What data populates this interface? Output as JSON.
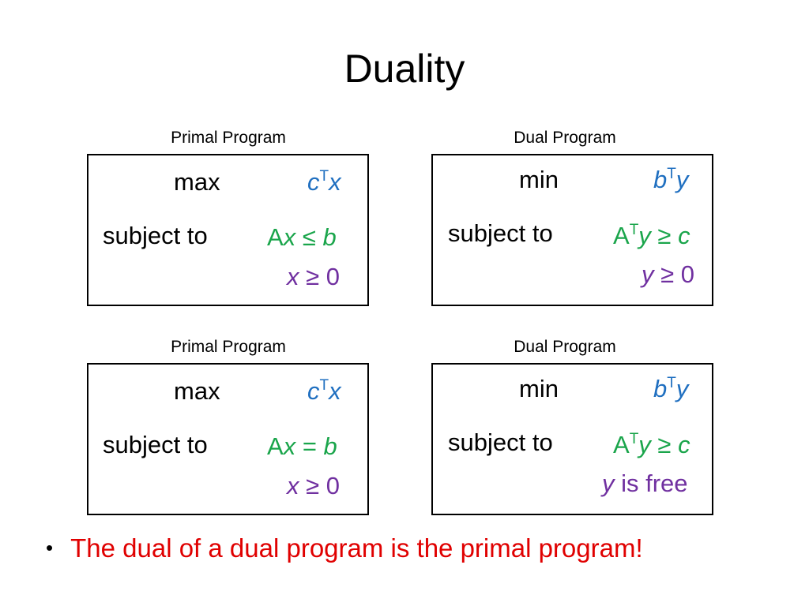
{
  "slide": {
    "title": "Duality",
    "bullet_text": "The dual of a dual program is the primal program!"
  },
  "panels": [
    {
      "label": "Primal Program",
      "objective_word": "max",
      "objective_var": "c",
      "objective_sup": "T",
      "objective_var2": "x",
      "subject_to": "subject to",
      "constraint1_prefix": "A",
      "constraint1_var": "x",
      "constraint1_op": "≤",
      "constraint1_rhs": "b",
      "constraint2_var": "x",
      "constraint2_rest": "≥ 0"
    },
    {
      "label": "Dual Program",
      "objective_word": "min",
      "objective_var": "b",
      "objective_sup": "T",
      "objective_var2": "y",
      "subject_to": "subject to",
      "constraint1_prefix": "A",
      "constraint1_sup": "T",
      "constraint1_var": "y",
      "constraint1_op": "≥",
      "constraint1_rhs": "c",
      "constraint2_var": "y",
      "constraint2_rest": "≥ 0"
    },
    {
      "label": "Primal Program",
      "objective_word": "max",
      "objective_var": "c",
      "objective_sup": "T",
      "objective_var2": "x",
      "subject_to": "subject to",
      "constraint1_prefix": "A",
      "constraint1_var": "x",
      "constraint1_op": "=",
      "constraint1_rhs": "b",
      "constraint2_var": "x",
      "constraint2_rest": "≥ 0"
    },
    {
      "label": "Dual Program",
      "objective_word": "min",
      "objective_var": "b",
      "objective_sup": "T",
      "objective_var2": "y",
      "subject_to": "subject to",
      "constraint1_prefix": "A",
      "constraint1_sup": "T",
      "constraint1_var": "y",
      "constraint1_op": "≥",
      "constraint1_rhs": "c",
      "constraint2_var": "y",
      "constraint2_rest": "is free"
    }
  ],
  "colors": {
    "objective": "#1f6fc0",
    "constraint": "#1aa54b",
    "nonnegativity": "#7030a0",
    "bullet_text": "#e00000"
  }
}
